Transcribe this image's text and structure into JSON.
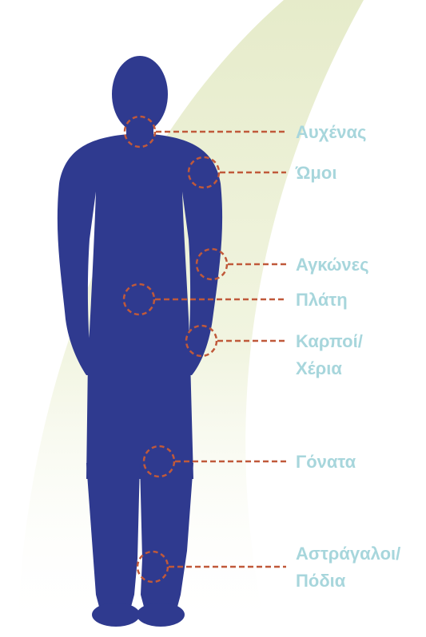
{
  "colors": {
    "silhouette": "#2f3a8f",
    "band": "#e3e9c4",
    "marker": "#c0593a",
    "label_text": "#a7d6dc"
  },
  "labels": {
    "neck": "Αυχένας",
    "shoulders": "Ώμοι",
    "elbows": "Αγκώνες",
    "back": "Πλάτη",
    "wrists_line1": "Καρποί/",
    "wrists_line2": "Χέρια",
    "knees": "Γόνατα",
    "ankles_line1": "Αστράγαλοι/",
    "ankles_line2": "Πόδια"
  }
}
